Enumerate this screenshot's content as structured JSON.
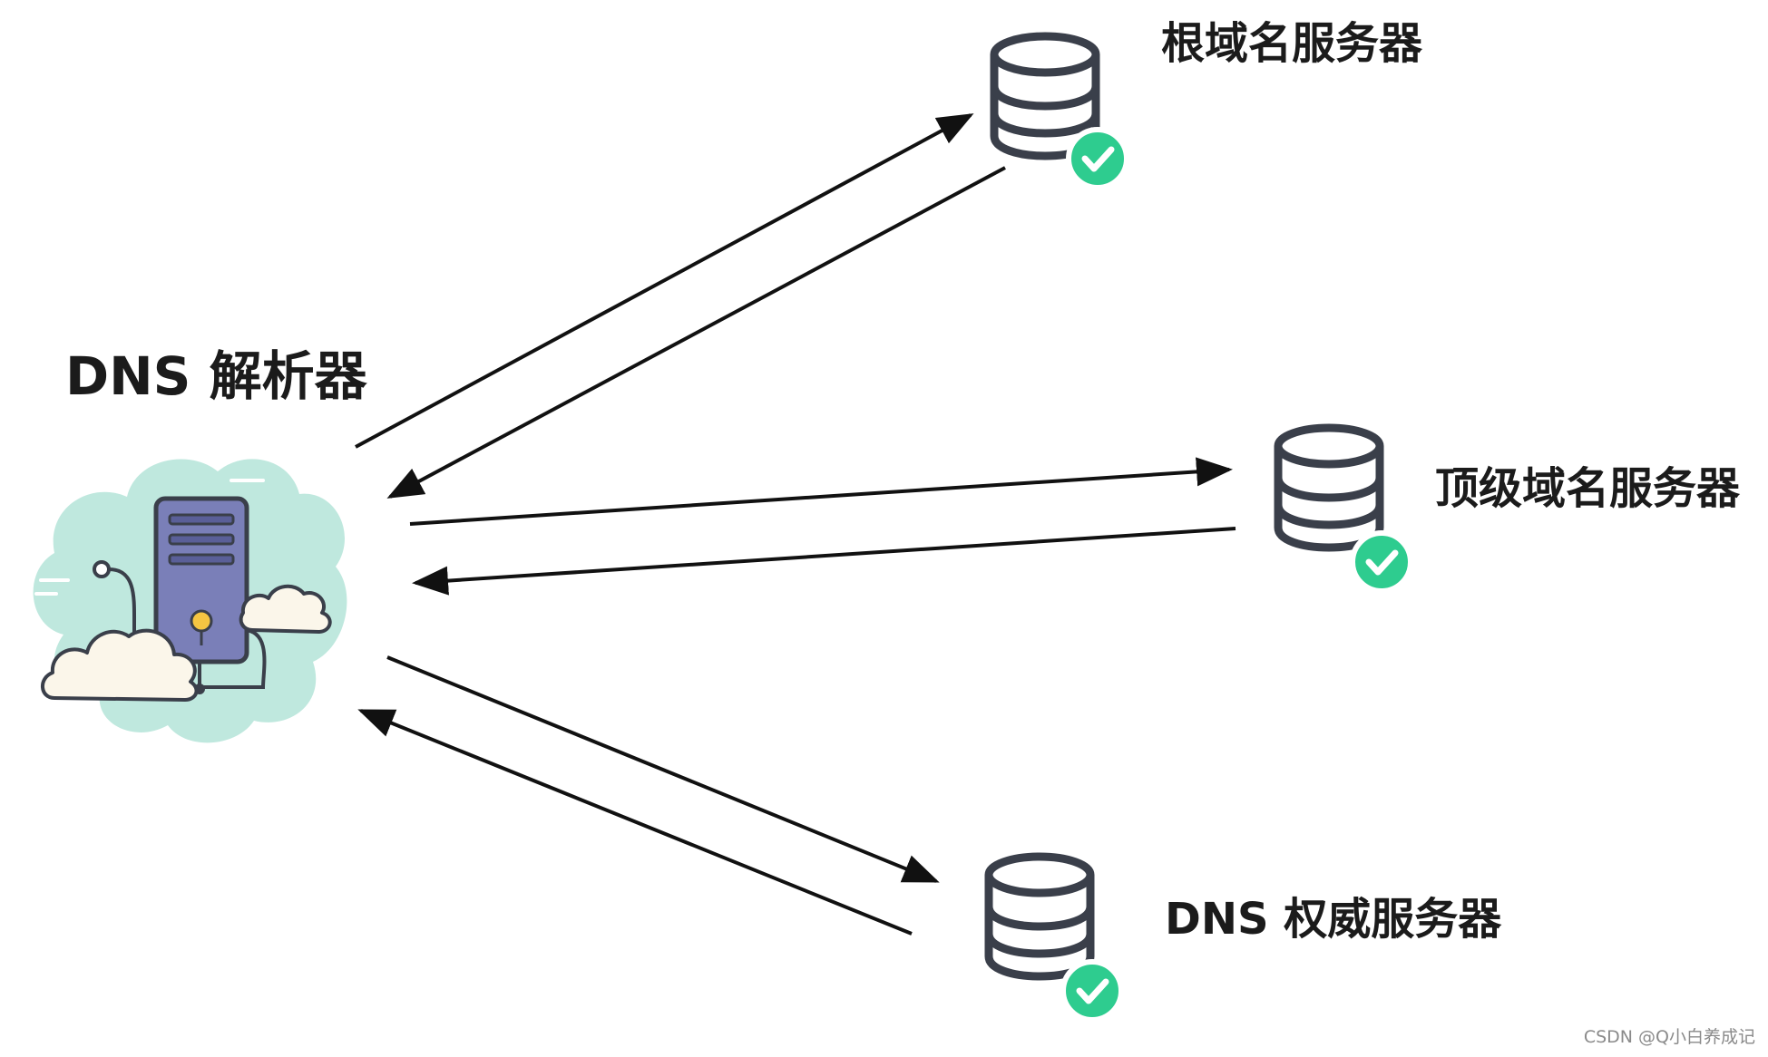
{
  "resolver": {
    "label": "DNS 解析器",
    "icon": "cloud-server-icon"
  },
  "servers": [
    {
      "id": "root",
      "label": "根域名服务器",
      "icon": "database-icon",
      "badge": "check-badge-icon"
    },
    {
      "id": "tld",
      "label": "顶级域名服务器",
      "icon": "database-icon",
      "badge": "check-badge-icon"
    },
    {
      "id": "authoritative",
      "label": "DNS 权威服务器",
      "icon": "database-icon",
      "badge": "check-badge-icon"
    }
  ],
  "watermark": "CSDN @Q小白养成记",
  "colors": {
    "line": "#111111",
    "icon_stroke": "#3a3f4a",
    "check_green": "#2ecc8f",
    "cloud_teal": "#bfe8de",
    "server_purple": "#7a7fb8",
    "cloud_cream": "#fbf6ea",
    "bulb_yellow": "#f5c542"
  }
}
